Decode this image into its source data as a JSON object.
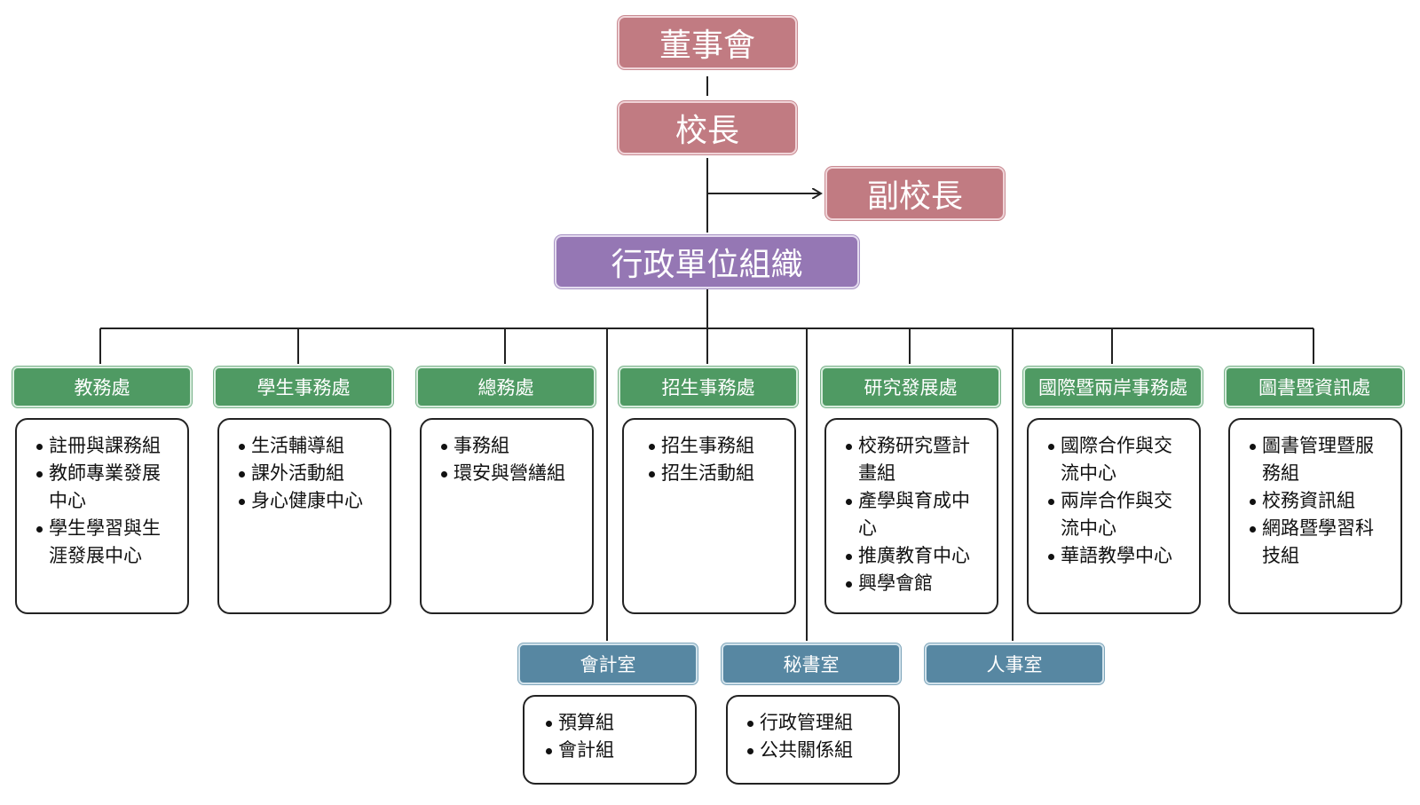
{
  "board": "董事會",
  "president": "校長",
  "vice_president": "副校長",
  "admin": "行政單位組織",
  "departments": [
    {
      "name": "教務處",
      "units": [
        "註冊與課務組",
        "教師專業發展中心",
        "學生學習與生涯發展中心"
      ]
    },
    {
      "name": "學生事務處",
      "units": [
        "生活輔導組",
        "課外活動組",
        "身心健康中心"
      ]
    },
    {
      "name": "總務處",
      "units": [
        "事務組",
        "環安與營繕組"
      ]
    },
    {
      "name": "招生事務處",
      "units": [
        "招生事務組",
        "招生活動組"
      ]
    },
    {
      "name": "研究發展處",
      "units": [
        "校務研究暨計畫組",
        "產學與育成中心",
        "推廣教育中心",
        "興學會館"
      ]
    },
    {
      "name": "國際暨兩岸事務處",
      "units": [
        "國際合作與交流中心",
        "兩岸合作與交流中心",
        "華語教學中心"
      ]
    },
    {
      "name": "圖書暨資訊處",
      "units": [
        "圖書管理暨服務組",
        "校務資訊組",
        "網路暨學習科技組"
      ]
    }
  ],
  "offices": [
    {
      "name": "會計室",
      "units": [
        "預算組",
        "會計組"
      ]
    },
    {
      "name": "秘書室",
      "units": [
        "行政管理組",
        "公共關係組"
      ]
    },
    {
      "name": "人事室",
      "units": []
    }
  ],
  "colors": {
    "top_level": "#c17b82",
    "admin": "#9577b4",
    "department": "#4f9a63",
    "office": "#5787a2",
    "connector": "#222222"
  }
}
